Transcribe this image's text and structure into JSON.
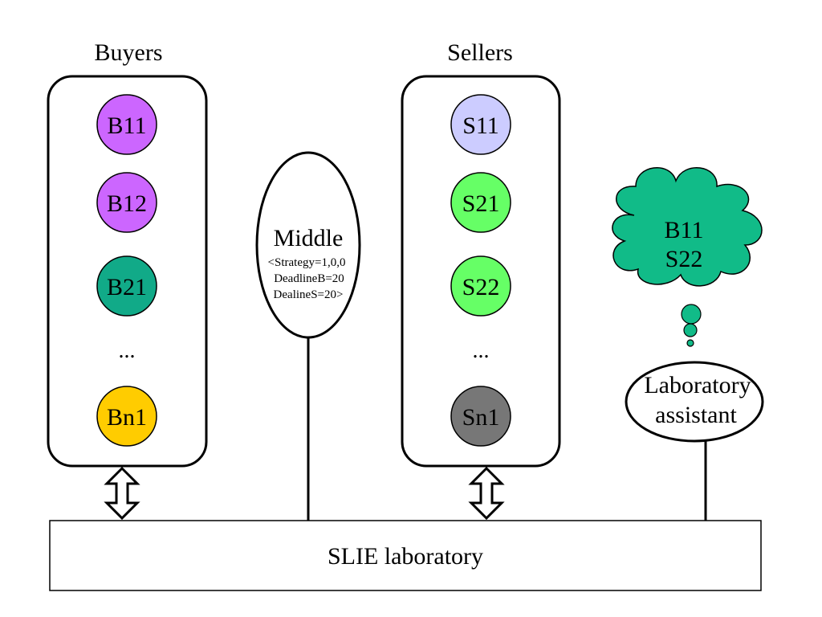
{
  "buyers": {
    "heading": "Buyers",
    "agents": [
      {
        "label": "B11",
        "color": "#cc66ff"
      },
      {
        "label": "B12",
        "color": "#cc66ff"
      },
      {
        "label": "B21",
        "color": "#11aa88"
      },
      {
        "label": "Bn1",
        "color": "#ffcc00"
      }
    ],
    "ellipsis": "..."
  },
  "sellers": {
    "heading": "Sellers",
    "agents": [
      {
        "label": "S11",
        "color": "#ccccff"
      },
      {
        "label": "S21",
        "color": "#66ff66"
      },
      {
        "label": "S22",
        "color": "#66ff66"
      },
      {
        "label": "Sn1",
        "color": "#777777"
      }
    ],
    "ellipsis": "..."
  },
  "middle": {
    "title": "Middle",
    "params": [
      "<Strategy=1,0,0",
      "DeadlineB=20",
      "DealineS=20>"
    ]
  },
  "thought": {
    "lines": [
      "B11",
      "S22"
    ],
    "color": "#11bb88"
  },
  "assistant": {
    "lines": [
      "Laboratory",
      "assistant"
    ]
  },
  "laboratory": {
    "label": "SLIE laboratory"
  }
}
